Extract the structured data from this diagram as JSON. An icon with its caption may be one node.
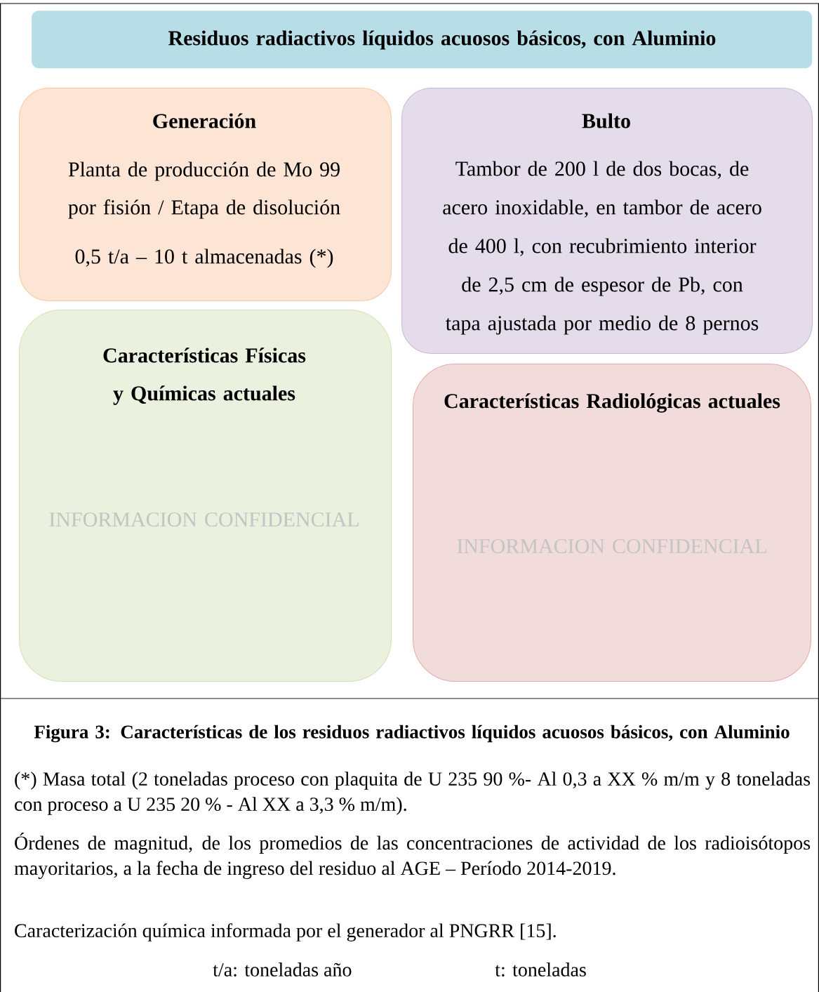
{
  "diagram": {
    "caption": "Figura 3: Características de los residuos radiactivos líquidos acuosos básicos, con Aluminio",
    "nodes": [
      {
        "text": [
          "Residuos radiactivos líquidos acuosos básicos, con Aluminio"
        ]
      },
      {
        "text": [
          "Generación",
          "Planta de producción de Mo 99 por fisión / Etapa de disolución",
          "0,5 t/a – 10 t almacenadas (*)"
        ]
      },
      {
        "text": [
          "Bulto",
          "Tambor de 200 l de dos bocas, de acero inoxidable, en tambor de acero de 400 l, con recubrimiento interior de 2,5 cm de espesor de Pb, con tapa ajustada por medio de 8 pernos"
        ]
      },
      {
        "text": [
          "Características Físicas y Químicas actuales",
          "INFORMACION CONFIDENCIAL"
        ]
      },
      {
        "text": [
          "Características Radiológicas actuales",
          "INFORMACION CONFIDENCIAL"
        ]
      }
    ],
    "labels": [
      "(*) Masa total (2 toneladas proceso con plaquita de U 235 90 %- Al 0,3   a XX % m/m y 8 toneladas con proceso a U 235 20 % - Al XX a 3,3 % m/m).",
      "Órdenes de magnitud, de los promedios de las concentraciones de actividad de los radioisótopos mayoritarios, a la fecha de ingreso del residuo al AGE – Período 2014-2019.",
      "Caracterización química informada por el generador al PNGRR [15].",
      "t/a: toneladas año",
      "t: toneladas"
    ]
  }
}
